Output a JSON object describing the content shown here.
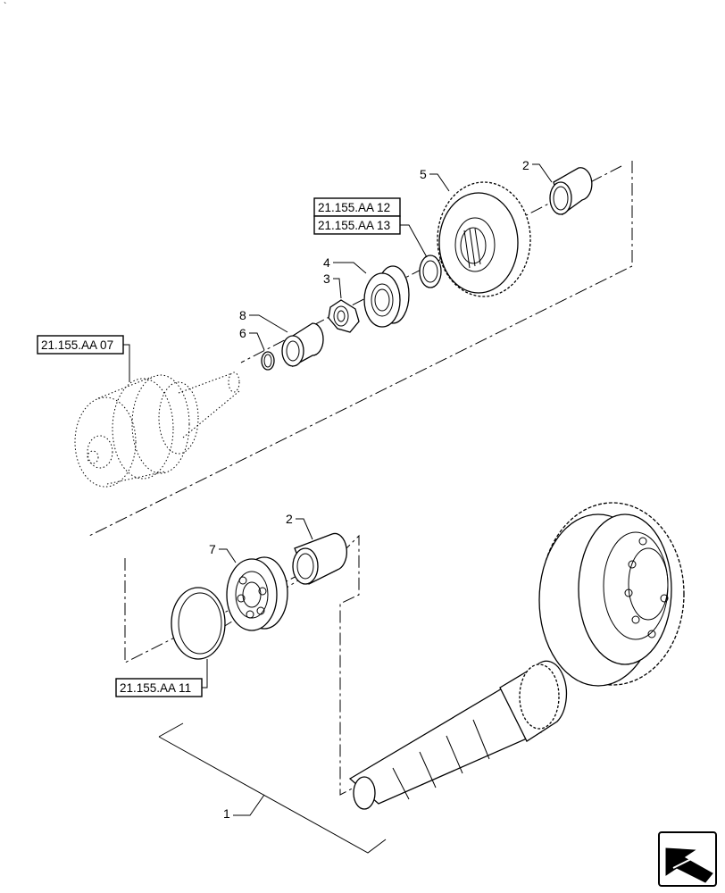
{
  "corner_mark": "`",
  "callouts": [
    {
      "id": "c1",
      "label": "1"
    },
    {
      "id": "c2a",
      "label": "2"
    },
    {
      "id": "c2b",
      "label": "2"
    },
    {
      "id": "c3",
      "label": "3"
    },
    {
      "id": "c4",
      "label": "4"
    },
    {
      "id": "c5",
      "label": "5"
    },
    {
      "id": "c6",
      "label": "6"
    },
    {
      "id": "c7",
      "label": "7"
    },
    {
      "id": "c8",
      "label": "8"
    }
  ],
  "references": [
    {
      "id": "r12",
      "label": "21.155.AA 12"
    },
    {
      "id": "r13",
      "label": "21.155.AA 13"
    },
    {
      "id": "r07",
      "label": "21.155.AA 07"
    },
    {
      "id": "r11",
      "label": "21.155.AA 11"
    }
  ],
  "nav_icon": "next-page-arrow-icon"
}
